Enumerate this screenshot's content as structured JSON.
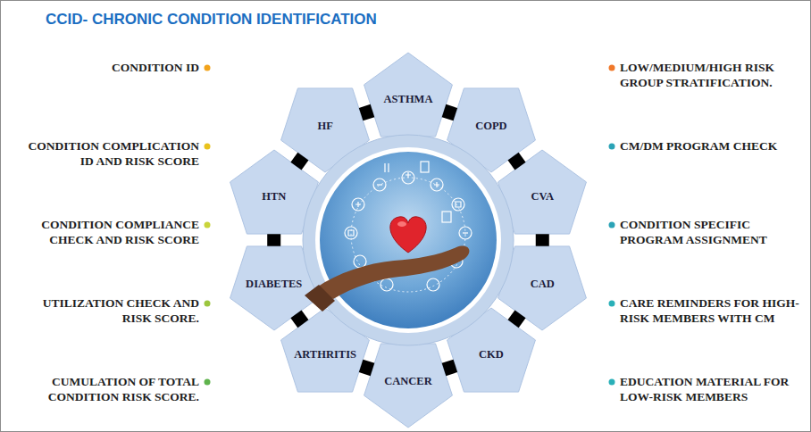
{
  "diagram": {
    "title": "CCID- CHRONIC CONDITION IDENTIFICATION",
    "nodes": [
      {
        "text": [
          "ASTHMA"
        ]
      },
      {
        "text": [
          "COPD"
        ]
      },
      {
        "text": [
          "CVA"
        ]
      },
      {
        "text": [
          "CAD"
        ]
      },
      {
        "text": [
          "CKD"
        ]
      },
      {
        "text": [
          "CANCER"
        ]
      },
      {
        "text": [
          "ARTHRITIS"
        ]
      },
      {
        "text": [
          "DIABETES"
        ]
      },
      {
        "text": [
          "HTN"
        ]
      },
      {
        "text": [
          "HF"
        ]
      }
    ],
    "edges": [
      {
        "from": 0,
        "to": 1,
        "arrow": "none"
      },
      {
        "from": 1,
        "to": 2,
        "arrow": "none"
      },
      {
        "from": 2,
        "to": 3,
        "arrow": "none"
      },
      {
        "from": 3,
        "to": 4,
        "arrow": "none"
      },
      {
        "from": 4,
        "to": 5,
        "arrow": "none"
      },
      {
        "from": 5,
        "to": 6,
        "arrow": "none"
      },
      {
        "from": 6,
        "to": 7,
        "arrow": "none"
      },
      {
        "from": 7,
        "to": 8,
        "arrow": "none"
      },
      {
        "from": 8,
        "to": 9,
        "arrow": "none"
      },
      {
        "from": 9,
        "to": 0,
        "arrow": "none"
      }
    ],
    "labels": [
      "CONDITION ID",
      "CONDITION COMPLICATION ID AND RISK SCORE",
      "CONDITION COMPLIANCE CHECK AND RISK SCORE",
      "UTILIZATION CHECK AND RISK SCORE.",
      "CUMULATION OF TOTAL CONDITION RISK SCORE.",
      "LOW/MEDIUM/HIGH RISK GROUP STRATIFICATION.",
      "CM/DM PROGRAM CHECK",
      "CONDITION SPECIFIC PROGRAM ASSIGNMENT",
      "CARE REMINDERS FOR HIGH-RISK MEMBERS WITH CM",
      "EDUCATION MATERIAL FOR LOW-RISK MEMBERS"
    ]
  }
}
